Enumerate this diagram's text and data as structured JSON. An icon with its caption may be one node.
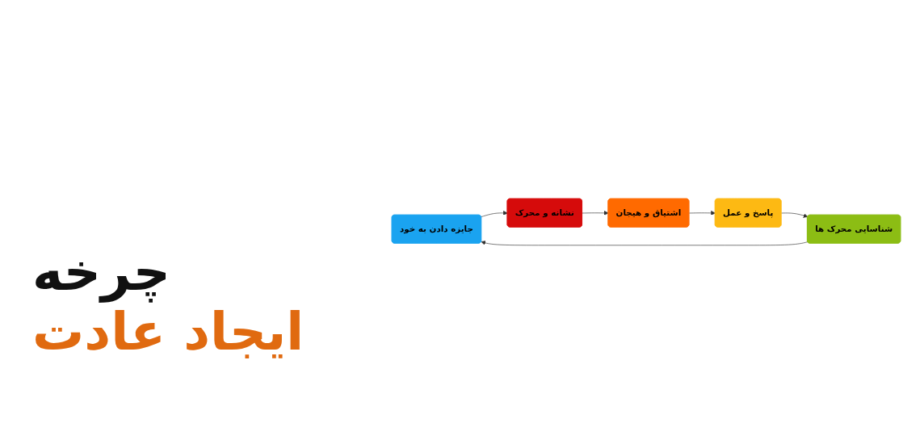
{
  "diagram": {
    "title": "چرخه",
    "nodes": [
      {
        "text": [
          "جایزه دادن به خود"
        ]
      },
      {
        "text": [
          "نشانه و محرک"
        ]
      },
      {
        "text": [
          "اشتیاق و هیجان"
        ]
      },
      {
        "text": [
          "پاسخ و عمل"
        ]
      },
      {
        "text": [
          "شناسایی محرک ها"
        ]
      }
    ],
    "edges": [
      {
        "from": 0,
        "to": 1,
        "arrow": "to"
      },
      {
        "from": 1,
        "to": 2,
        "arrow": "to"
      },
      {
        "from": 2,
        "to": 3,
        "arrow": "to"
      },
      {
        "from": 3,
        "to": 4,
        "arrow": "to"
      },
      {
        "from": 4,
        "to": 0,
        "arrow": "to"
      }
    ],
    "labels": [
      "ایجاد عادت"
    ]
  }
}
